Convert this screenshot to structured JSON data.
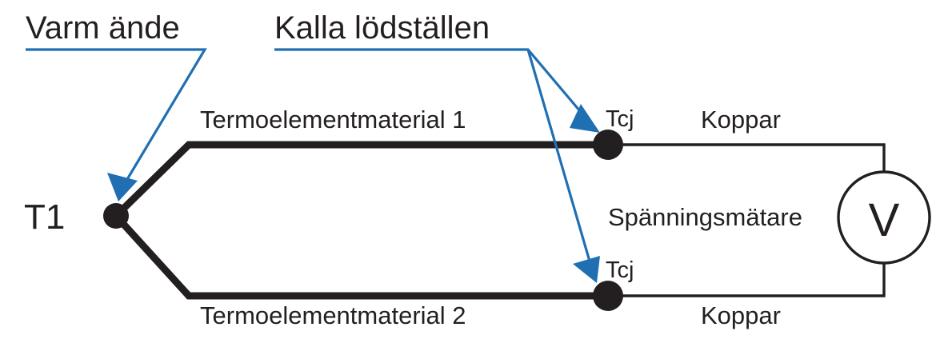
{
  "diagram": {
    "title": "Termoelement med kalla lodstallen och spanningsmatare",
    "colors": {
      "wire": "#231f20",
      "callout": "#1f6fb2",
      "background": "#ffffff"
    },
    "headings": [
      {
        "id": "varm-ande",
        "text": "Varm ände"
      },
      {
        "id": "kalla-lodstallen",
        "text": "Kalla lödställen"
      }
    ],
    "labels": {
      "hot_junction": "T1",
      "material_top": "Termoelementmaterial 1",
      "material_bottom": "Termoelementmaterial 2",
      "cold_junction_top": "Tcj",
      "cold_junction_bottom": "Tcj",
      "copper_top": "Koppar",
      "copper_bottom": "Koppar",
      "voltmeter_label": "Spänningsmätare",
      "voltmeter_symbol": "V"
    }
  }
}
